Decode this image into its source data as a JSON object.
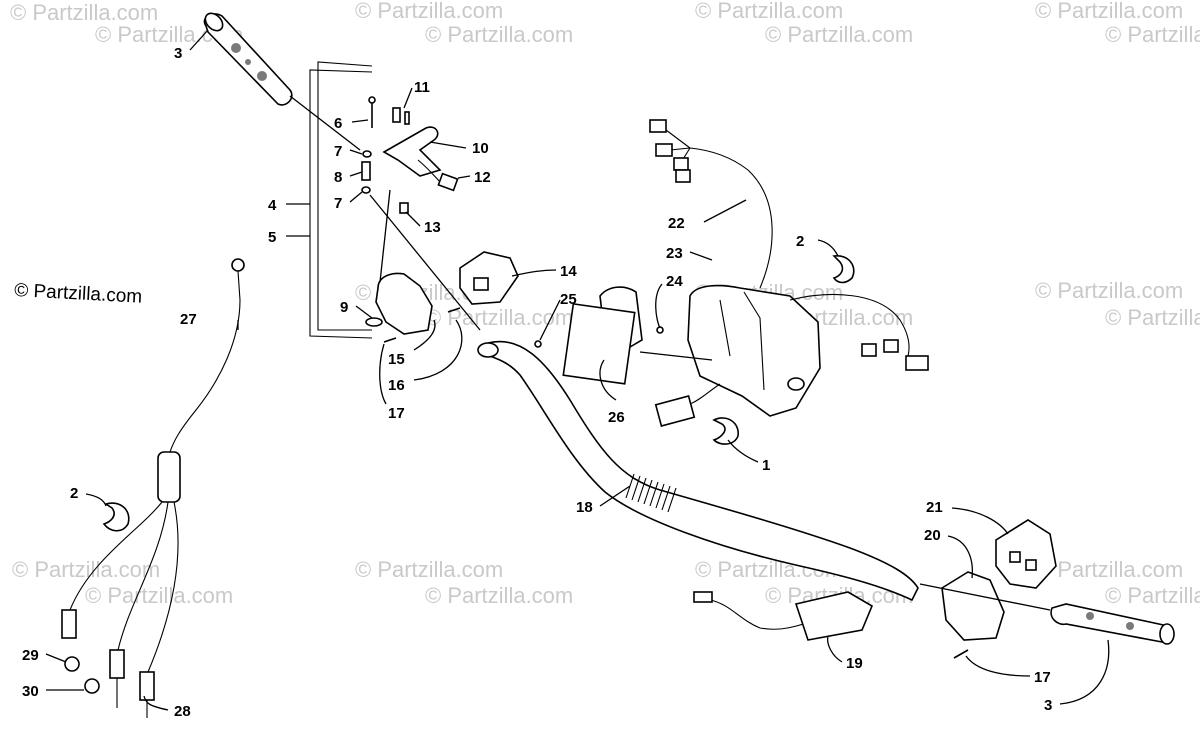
{
  "watermark": {
    "text": "© Partzilla.com",
    "prominent_text": "© Partzilla.com"
  },
  "callouts": [
    {
      "id": "c3a",
      "text": "3"
    },
    {
      "id": "c11",
      "text": "11"
    },
    {
      "id": "c6",
      "text": "6"
    },
    {
      "id": "c10",
      "text": "10"
    },
    {
      "id": "c7a",
      "text": "7"
    },
    {
      "id": "c8",
      "text": "8"
    },
    {
      "id": "c12",
      "text": "12"
    },
    {
      "id": "c4",
      "text": "4"
    },
    {
      "id": "c7b",
      "text": "7"
    },
    {
      "id": "c13",
      "text": "13"
    },
    {
      "id": "c5",
      "text": "5"
    },
    {
      "id": "c22",
      "text": "22"
    },
    {
      "id": "c2a",
      "text": "2"
    },
    {
      "id": "c23",
      "text": "23"
    },
    {
      "id": "c14",
      "text": "14"
    },
    {
      "id": "c24",
      "text": "24"
    },
    {
      "id": "c25",
      "text": "25"
    },
    {
      "id": "c9",
      "text": "9"
    },
    {
      "id": "c15",
      "text": "15"
    },
    {
      "id": "c16",
      "text": "16"
    },
    {
      "id": "c17a",
      "text": "17"
    },
    {
      "id": "c26",
      "text": "26"
    },
    {
      "id": "c1",
      "text": "1"
    },
    {
      "id": "c27",
      "text": "27"
    },
    {
      "id": "c18",
      "text": "18"
    },
    {
      "id": "c2b",
      "text": "2"
    },
    {
      "id": "c21",
      "text": "21"
    },
    {
      "id": "c20",
      "text": "20"
    },
    {
      "id": "c19",
      "text": "19"
    },
    {
      "id": "c29",
      "text": "29"
    },
    {
      "id": "c17b",
      "text": "17"
    },
    {
      "id": "c30",
      "text": "30"
    },
    {
      "id": "c28",
      "text": "28"
    },
    {
      "id": "c3b",
      "text": "3"
    }
  ]
}
